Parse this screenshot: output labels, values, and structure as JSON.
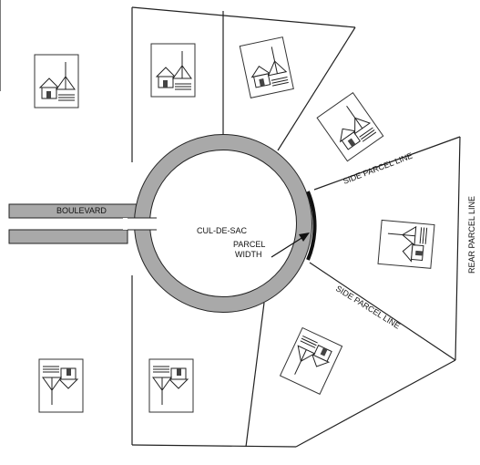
{
  "labels": {
    "boulevard": "BOULEVARD",
    "cul_de_sac": "CUL-DE-SAC",
    "parcel_width_line1": "PARCEL",
    "parcel_width_line2": "WIDTH",
    "side_parcel_line_upper": "SIDE PARCEL LINE",
    "side_parcel_line_lower": "SIDE PARCEL LINE",
    "rear_parcel_line": "REAR PARCEL LINE"
  },
  "colors": {
    "road": "#a9a9a9",
    "line": "#222222",
    "background": "#ffffff"
  }
}
